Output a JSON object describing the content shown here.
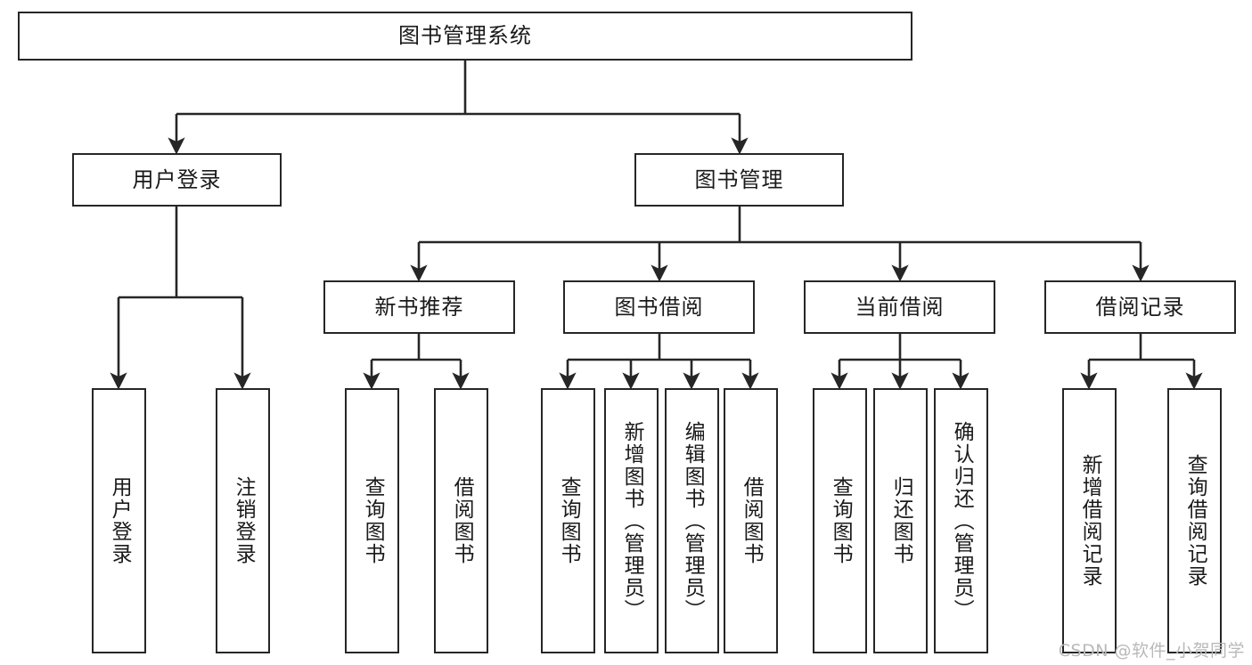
{
  "diagram": {
    "title": "图书管理系统",
    "watermark": "CSDN @软件_小贺同学",
    "colors": {
      "box_border": "#262626",
      "box_fill": "#ffffff",
      "connector": "#262626",
      "text": "#1a1a1a",
      "watermark": "#b9b9b9"
    },
    "root": {
      "label": "图书管理系统"
    },
    "level2": [
      {
        "label": "用户登录"
      },
      {
        "label": "图书管理"
      }
    ],
    "level3": [
      {
        "label": "新书推荐"
      },
      {
        "label": "图书借阅"
      },
      {
        "label": "当前借阅"
      },
      {
        "label": "借阅记录"
      }
    ],
    "leaves": {
      "user_login": [
        {
          "label": "用户登录"
        },
        {
          "label": "注销登录"
        }
      ],
      "new_book_recommend": [
        {
          "label": "查询图书"
        },
        {
          "label": "借阅图书"
        }
      ],
      "book_borrow": [
        {
          "label": "查询图书"
        },
        {
          "label": "新增图书（管理员）"
        },
        {
          "label": "编辑图书（管理员）"
        },
        {
          "label": "借阅图书"
        }
      ],
      "current_borrow": [
        {
          "label": "查询图书"
        },
        {
          "label": "归还图书"
        },
        {
          "label": "确认归还（管理员）"
        }
      ],
      "borrow_record": [
        {
          "label": "新增借阅记录"
        },
        {
          "label": "查询借阅记录"
        }
      ]
    }
  }
}
